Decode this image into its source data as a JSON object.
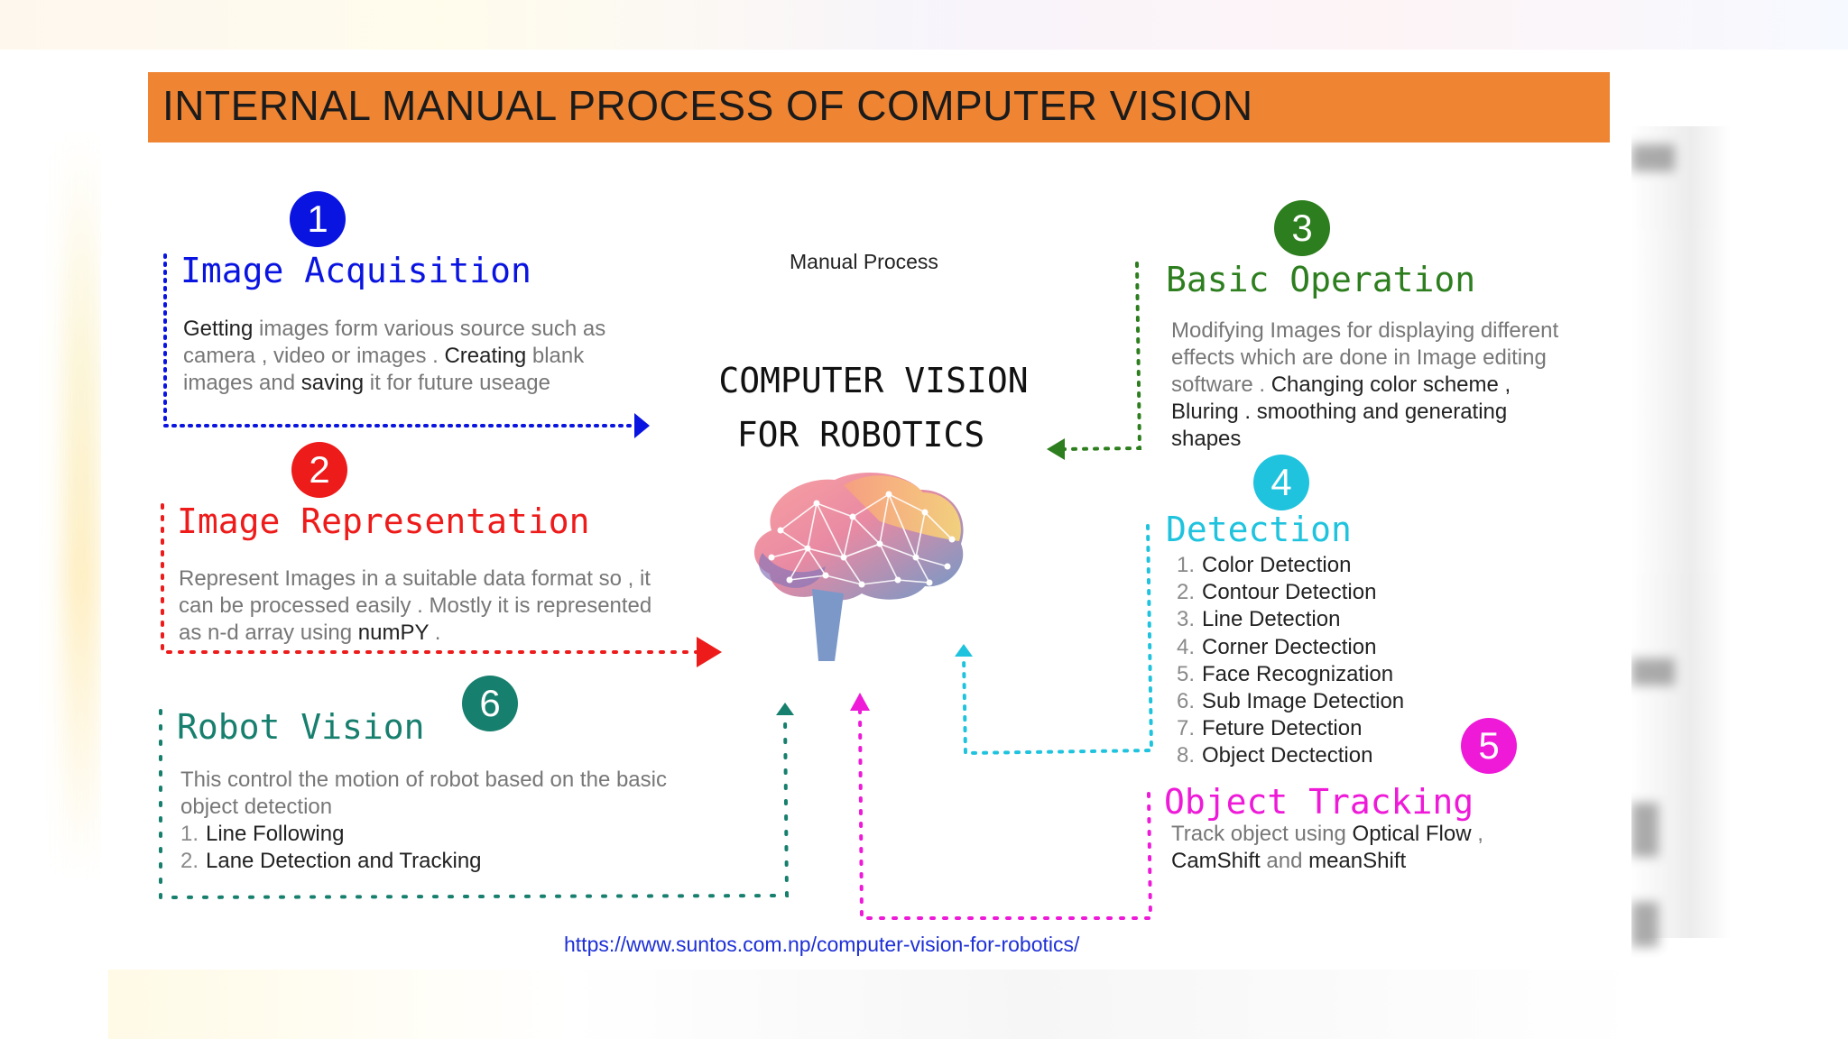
{
  "title": "INTERNAL MANUAL PROCESS OF COMPUTER VISION",
  "center": {
    "label": "Manual Process",
    "title_line1": "COMPUTER VISION",
    "title_line2": "FOR ROBOTICS",
    "icon": "brain-icon"
  },
  "colors": {
    "title_bar": "#ef8433",
    "step1": "#0a14e0",
    "step2": "#ee1b1b",
    "step3": "#2d7e1e",
    "step4": "#1fc3de",
    "step5": "#ee1ad8",
    "step6": "#177f6e"
  },
  "steps": [
    {
      "number": "1",
      "heading": "Image Acquisition",
      "desc": {
        "w1": "Getting",
        "t1": " images form various source such as camera , video or images . ",
        "w2": "Creating",
        "t2": " blank images and ",
        "w3": "saving",
        "t3": " it for future useage"
      }
    },
    {
      "number": "2",
      "heading": "Image Representation",
      "desc": {
        "t1": "Represent Images in a suitable data format so , it can be processed easily  . Mostly it is represented as n-d array using ",
        "w1": "numPY",
        "t2": " ."
      }
    },
    {
      "number": "3",
      "heading": "Basic Operation",
      "desc": {
        "t1": "Modifying Images for displaying different effects which are done in Image editing software . ",
        "w1": "Changing color scheme , Bluring . smoothing and generating shapes"
      }
    },
    {
      "number": "4",
      "heading": "Detection",
      "items": [
        {
          "num": "1.",
          "text": "Color Detection"
        },
        {
          "num": "2.",
          "text": "Contour Detection"
        },
        {
          "num": "3.",
          "text": "Line Detection"
        },
        {
          "num": "4.",
          "text": "Corner Dectection"
        },
        {
          "num": "5.",
          "text": "Face Recognization"
        },
        {
          "num": "6.",
          "text": "Sub Image Detection"
        },
        {
          "num": "7.",
          "text": "Feture Detection"
        },
        {
          "num": "8.",
          "text": "Object Dectection"
        }
      ]
    },
    {
      "number": "5",
      "heading": "Object Tracking",
      "desc": {
        "t1": "Track object using ",
        "w1": "Optical Flow",
        "t2": " , ",
        "w2": "CamShift",
        "t3": " and ",
        "w3": "meanShift"
      }
    },
    {
      "number": "6",
      "heading": "Robot Vision",
      "desc": {
        "t1": "This control the motion of robot based on the basic object detection"
      },
      "items": [
        {
          "num": "1.",
          "text": "Line Following"
        },
        {
          "num": "2.",
          "text": "Lane Detection and Tracking"
        }
      ]
    }
  ],
  "footer_url": "https://www.suntos.com.np/computer-vision-for-robotics/"
}
